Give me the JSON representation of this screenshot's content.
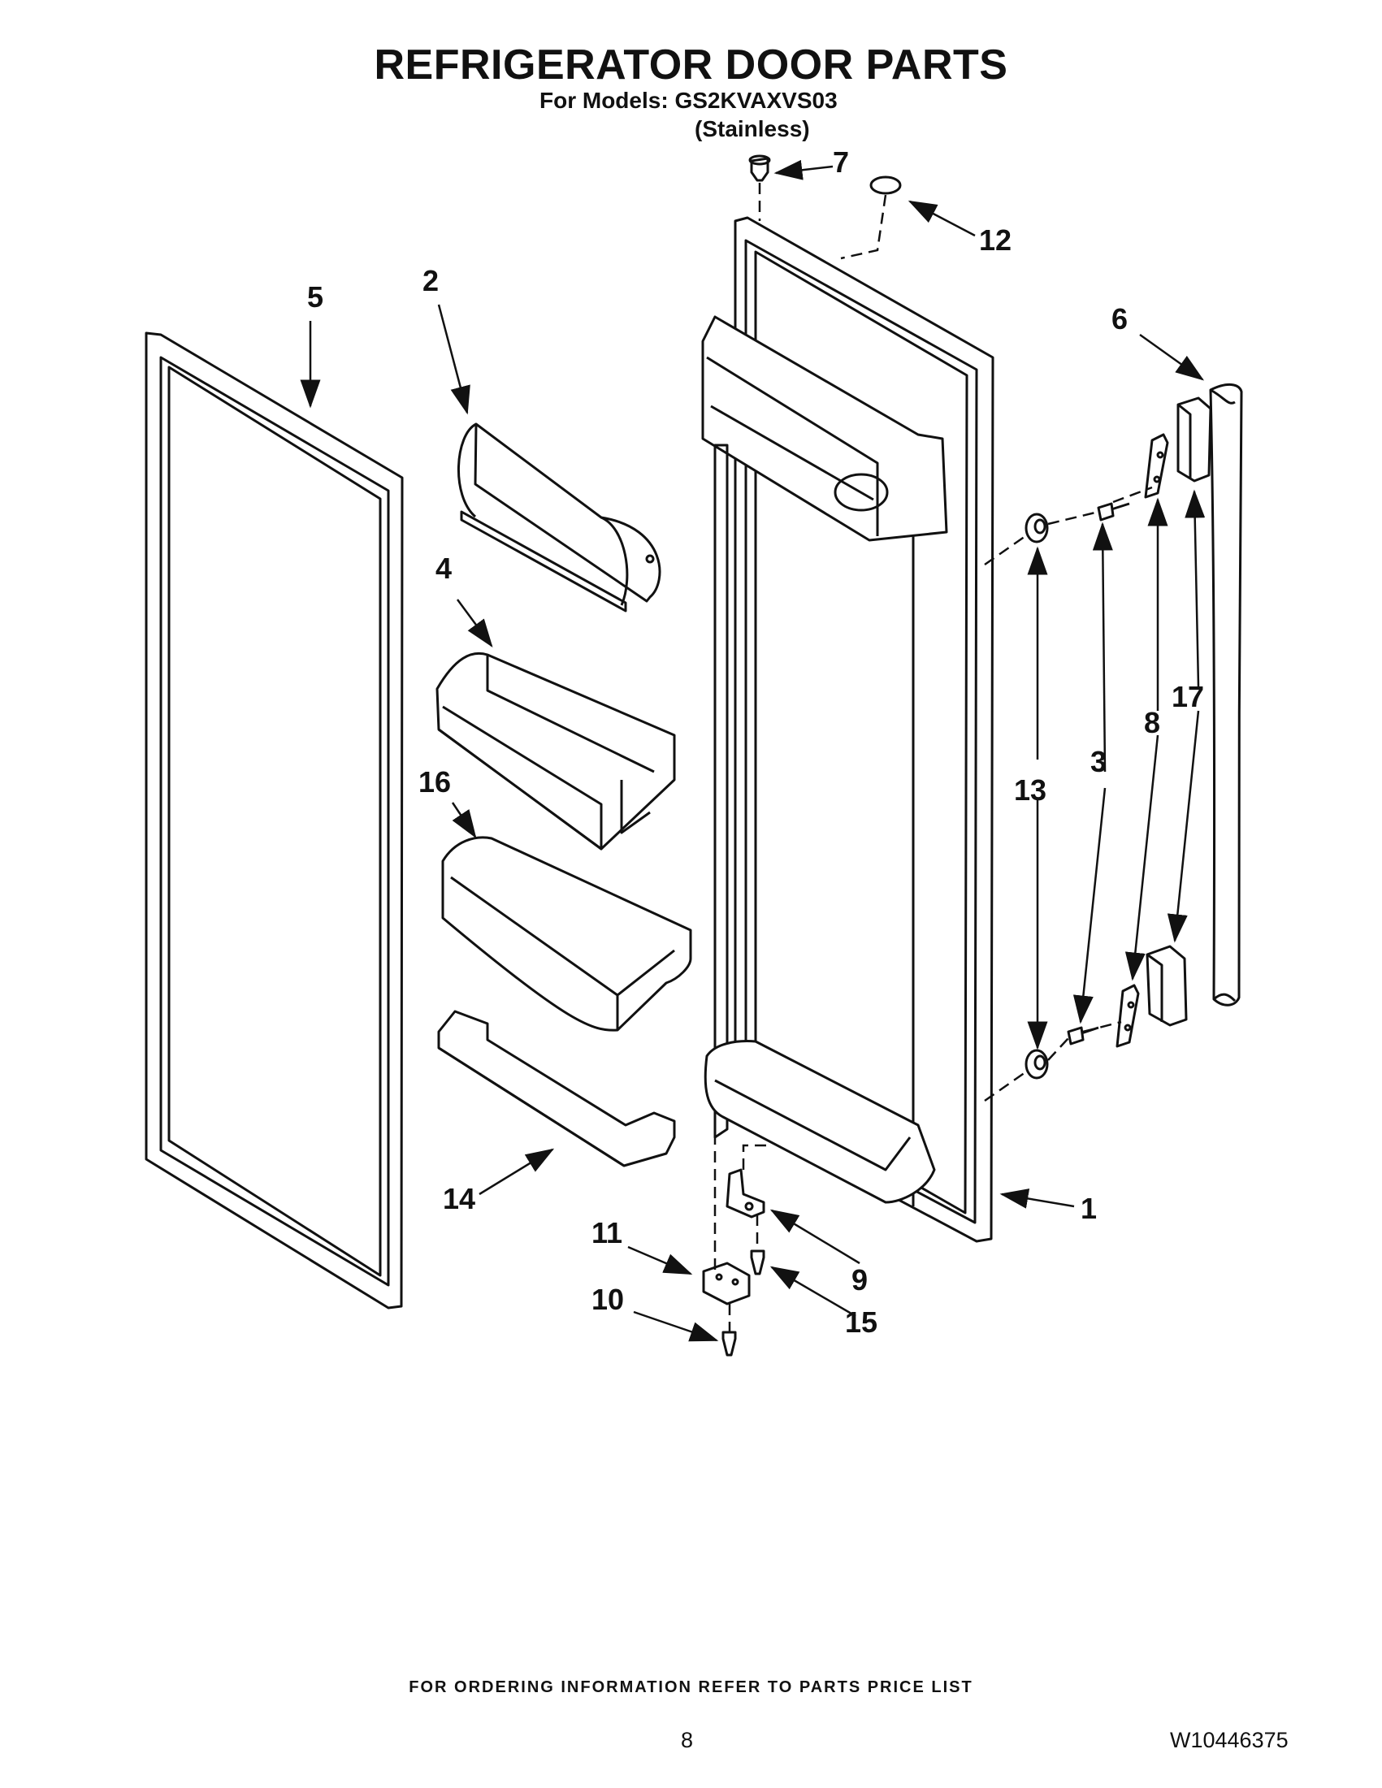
{
  "header": {
    "title": "REFRIGERATOR DOOR PARTS",
    "models_line": "For Models: GS2KVAXVS03",
    "variant": "(Stainless)"
  },
  "callouts": [
    "1",
    "2",
    "3",
    "4",
    "5",
    "6",
    "7",
    "8",
    "9",
    "10",
    "11",
    "12",
    "13",
    "14",
    "15",
    "16",
    "17"
  ],
  "footer": {
    "ordering_note": "FOR ORDERING INFORMATION REFER TO PARTS PRICE LIST",
    "page_number": "8",
    "document_number": "W10446375"
  }
}
